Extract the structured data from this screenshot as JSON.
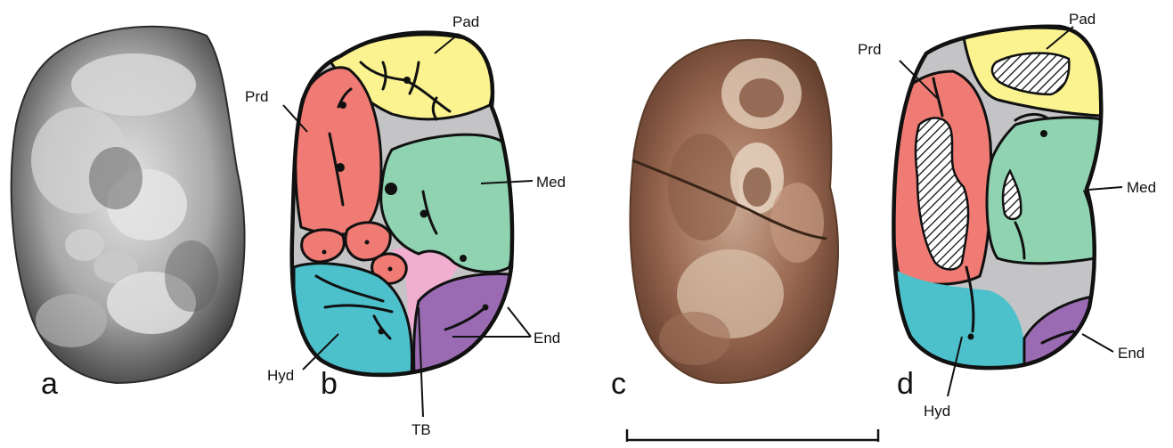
{
  "panels": {
    "a": "a",
    "b": "b",
    "c": "c",
    "d": "d"
  },
  "labels_b": {
    "pad": "Pad",
    "prd": "Prd",
    "med": "Med",
    "end": "End",
    "hyd": "Hyd",
    "tb": "TB"
  },
  "labels_d": {
    "pad": "Pad",
    "prd": "Prd",
    "med": "Med",
    "end": "End",
    "hyd": "Hyd"
  },
  "colors": {
    "paracone_yellow": "#fbf38f",
    "protoconid_red": "#ef7b74",
    "metaconid_green": "#8fd3b0",
    "hypoconid_blue": "#4cc0cb",
    "entoconid_purple": "#9a6bb3",
    "talonid_pink": "#f0aed0",
    "basin_grey": "#c4c4c6",
    "outline": "#111111"
  }
}
